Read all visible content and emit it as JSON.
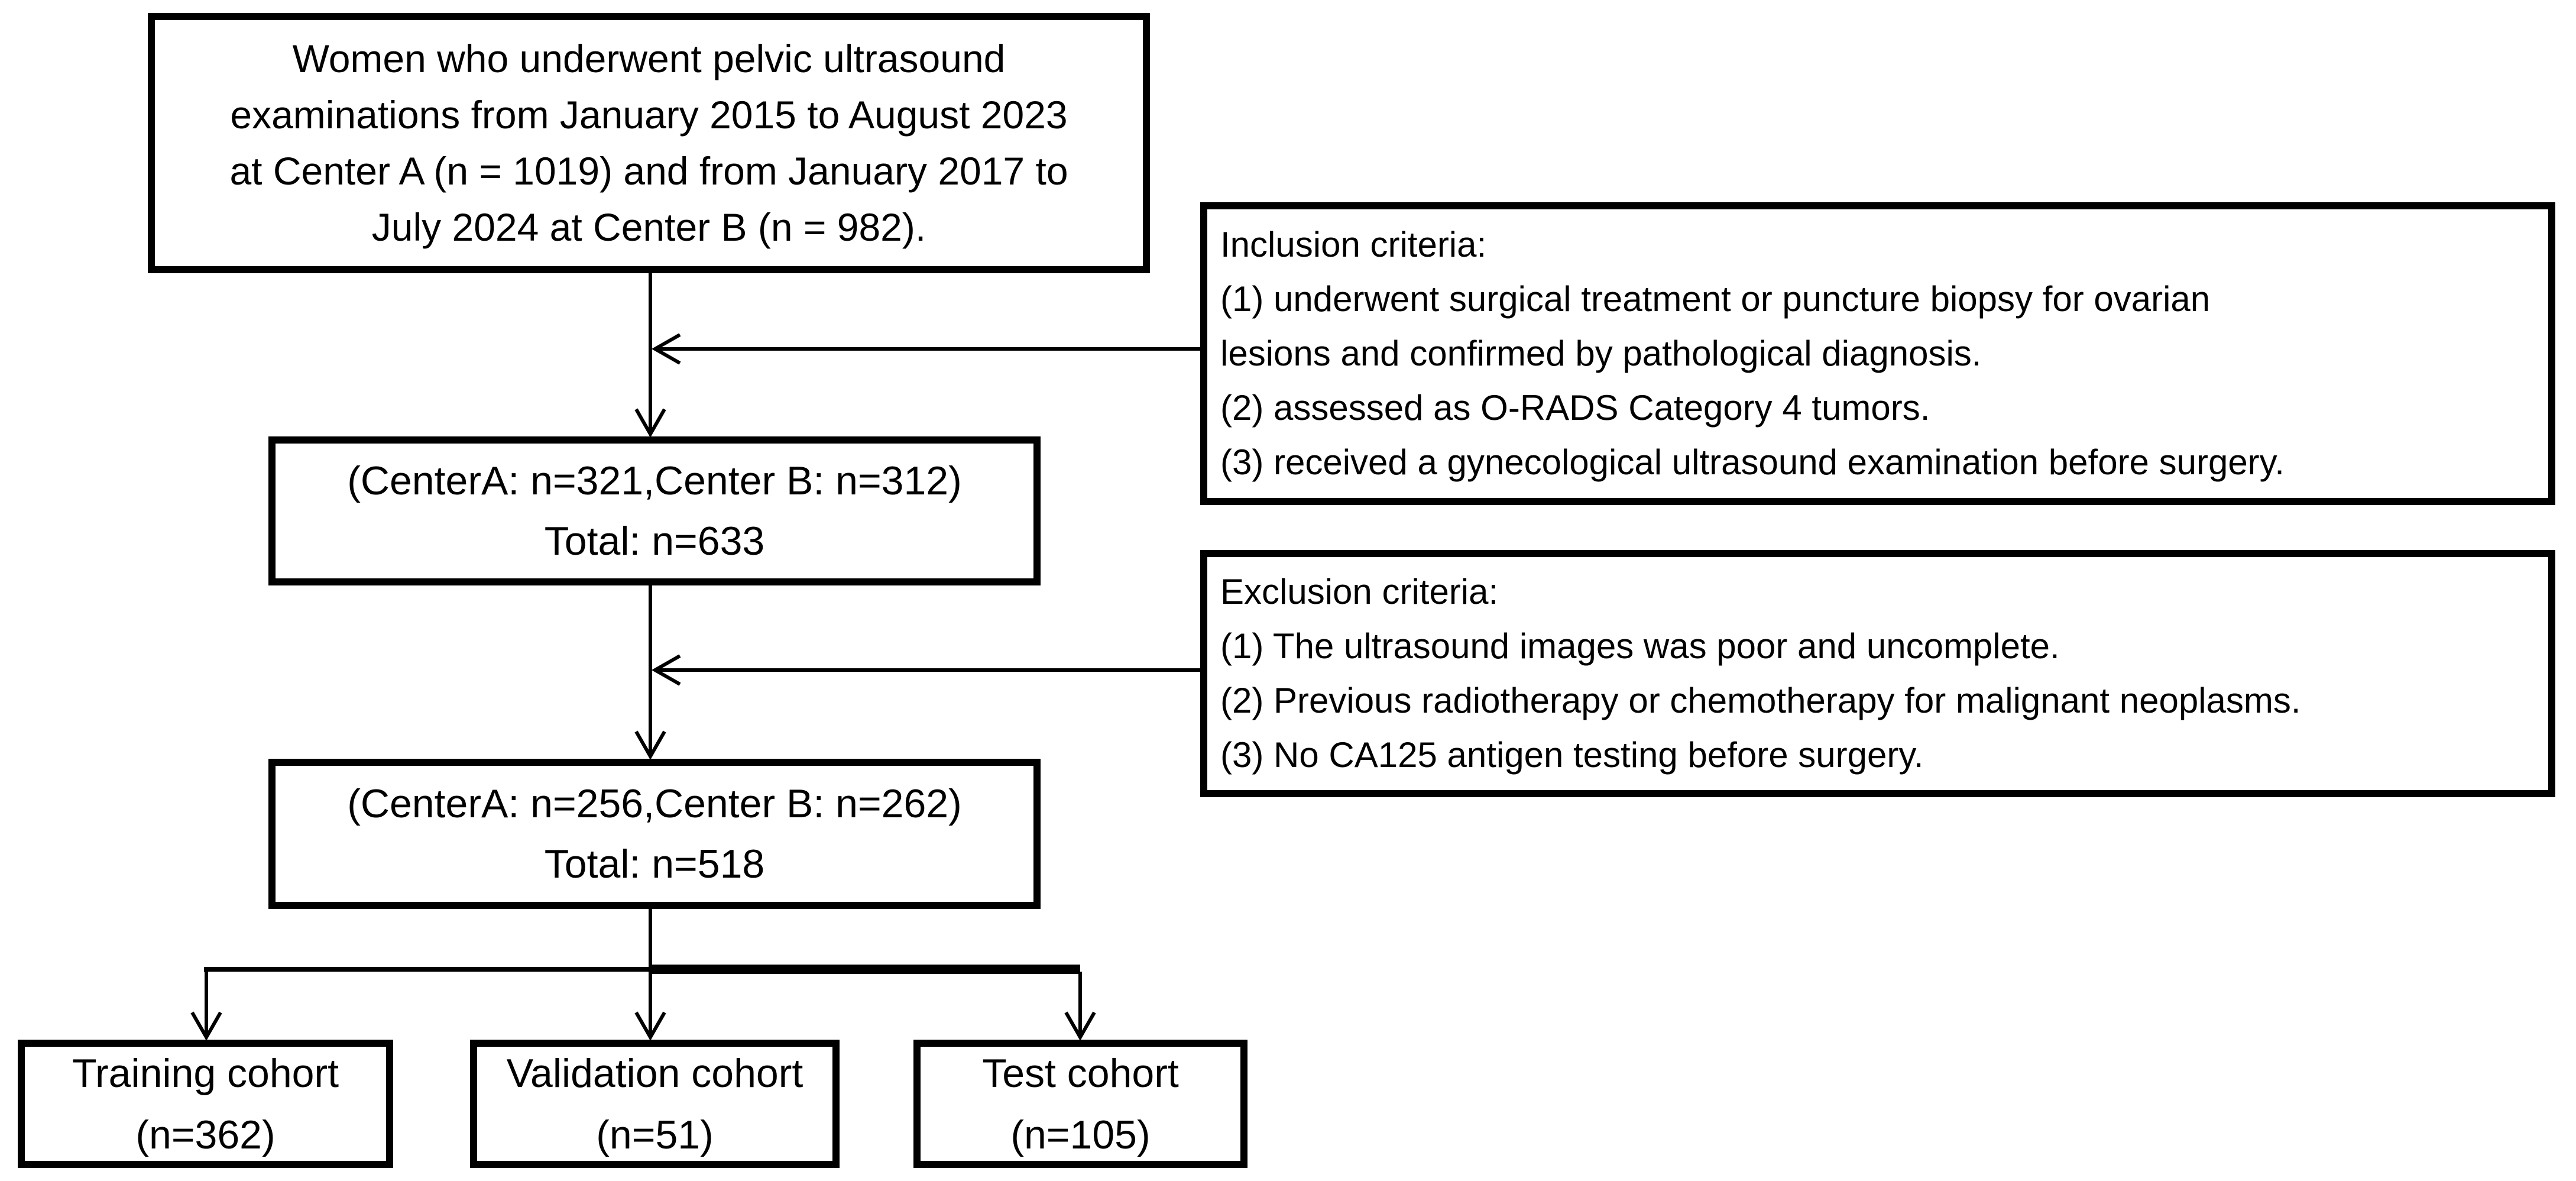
{
  "figure": {
    "background_color": "#ffffff",
    "line_color": "#000000",
    "boxes": {
      "source": {
        "text": "Women who underwent pelvic ultrasound\nexaminations from January 2015 to August 2023\nat Center A (n = 1019) and from January 2017 to\nJuly 2024 at Center B (n = 982)."
      },
      "inclusion": {
        "text": "Inclusion criteria:\n(1) underwent surgical treatment or puncture biopsy for ovarian\nlesions and confirmed by pathological diagnosis.\n(2) assessed as O-RADS Category 4 tumors.\n(3) received a gynecological ultrasound examination before surgery."
      },
      "after_inclusion": {
        "text": "(CenterA: n=321,Center B: n=312)\nTotal: n=633"
      },
      "exclusion": {
        "text": "Exclusion criteria:\n(1) The ultrasound images was poor and uncomplete.\n(2) Previous radiotherapy or chemotherapy for malignant neoplasms.\n(3) No CA125 antigen testing before surgery."
      },
      "after_exclusion": {
        "text": "(CenterA: n=256,Center B: n=262)\nTotal: n=518"
      },
      "training": {
        "text": "Training cohort\n(n=362)"
      },
      "validation": {
        "text": "Validation cohort\n(n=51)"
      },
      "test": {
        "text": "Test cohort\n(n=105)"
      }
    }
  }
}
